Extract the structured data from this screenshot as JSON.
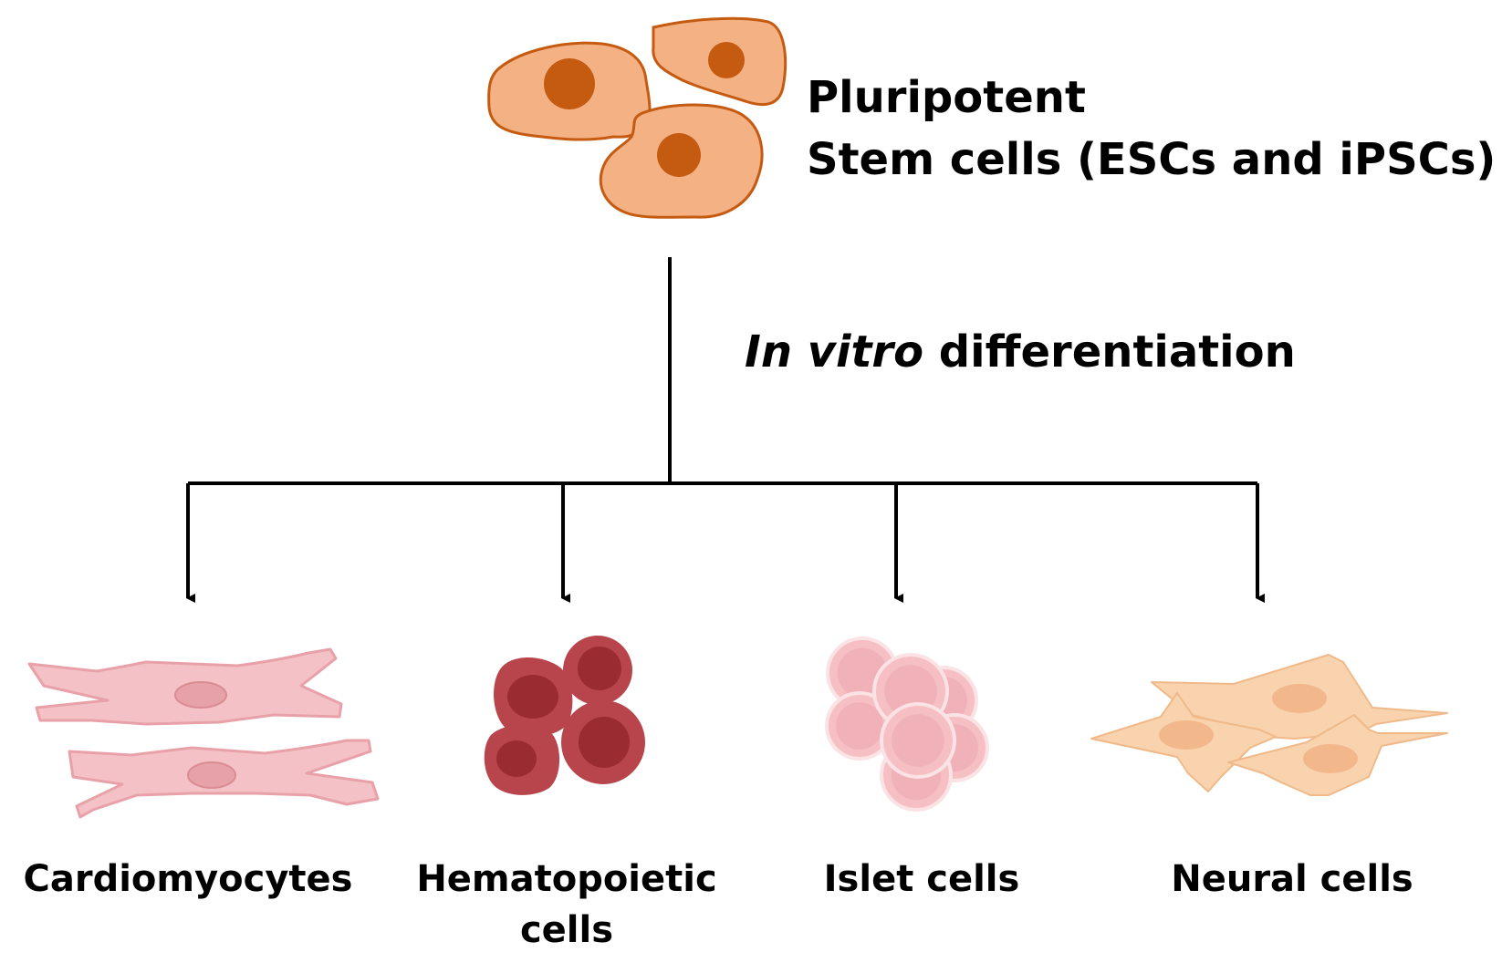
{
  "source": {
    "title_line1": "Pluripotent",
    "title_line2": "Stem cells (ESCs and iPSCs)"
  },
  "process": {
    "label_italic": "In vitro",
    "label_rest": " differentiation"
  },
  "targets": [
    {
      "label_line1": "Cardiomyocytes",
      "label_line2": ""
    },
    {
      "label_line1": "Hematopoietic",
      "label_line2": "cells"
    },
    {
      "label_line1": "Islet cells",
      "label_line2": ""
    },
    {
      "label_line1": "Neural cells",
      "label_line2": ""
    }
  ],
  "colors": {
    "stem_fill": "#F4B183",
    "stem_stroke": "#C55A11",
    "stem_nucleus": "#C55A11",
    "cardio_fill": "#F4C2C6",
    "cardio_stroke": "#E8A1A8",
    "cardio_nucleus": "#E6A2A8",
    "hema_fill": "#B8454C",
    "hema_nucleus": "#992B31",
    "islet_fill": "#F6BFC4",
    "islet_inner": "#EFA9B0",
    "neural_fill": "#F8D3AE",
    "neural_stroke": "#F0B98A",
    "neural_nucleus": "#F2B88C",
    "lines": "#000000"
  }
}
